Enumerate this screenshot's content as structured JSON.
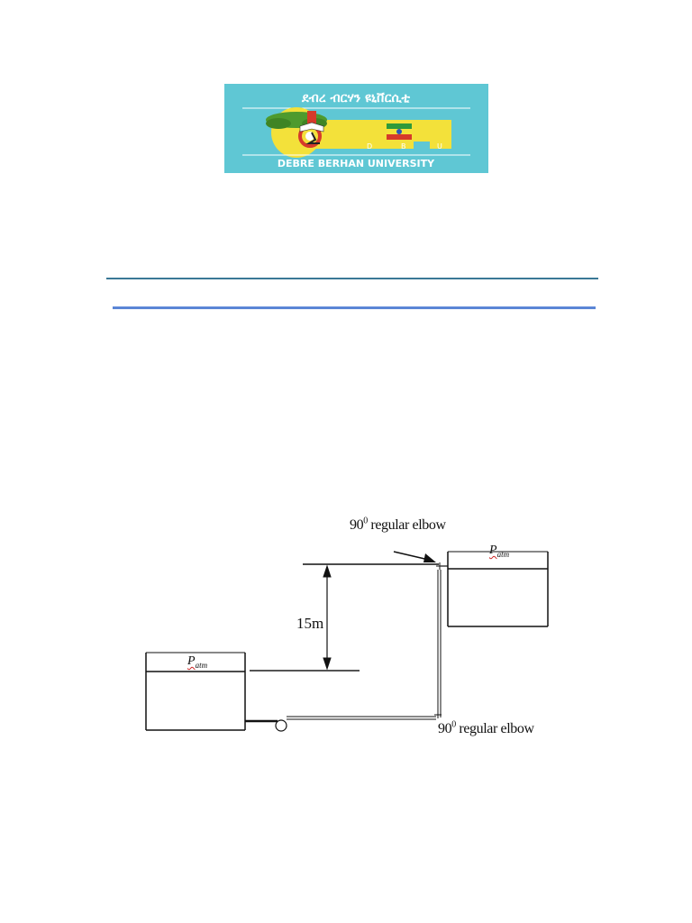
{
  "logo": {
    "amharic_text": "ደብረ ብርሃን ዩኒቨርሲቲ",
    "english_text": "DEBRE BERHAN UNIVERSITY",
    "initials": [
      "D",
      "B",
      "U"
    ],
    "colors": {
      "background": "#5fc7d4",
      "key_body": "#f3e13a",
      "text": "#ffffff"
    }
  },
  "figure": {
    "top_elbow_label": {
      "number": "90",
      "sup": "0",
      "text": "regular elbow"
    },
    "bottom_elbow_label": {
      "number": "90",
      "sup": "0",
      "text": "regular elbow"
    },
    "height_label": "15m",
    "left_tank_label": {
      "symbol": "P",
      "sub": "atm"
    },
    "right_tank_label": {
      "symbol": "P",
      "sub": "atm"
    }
  }
}
